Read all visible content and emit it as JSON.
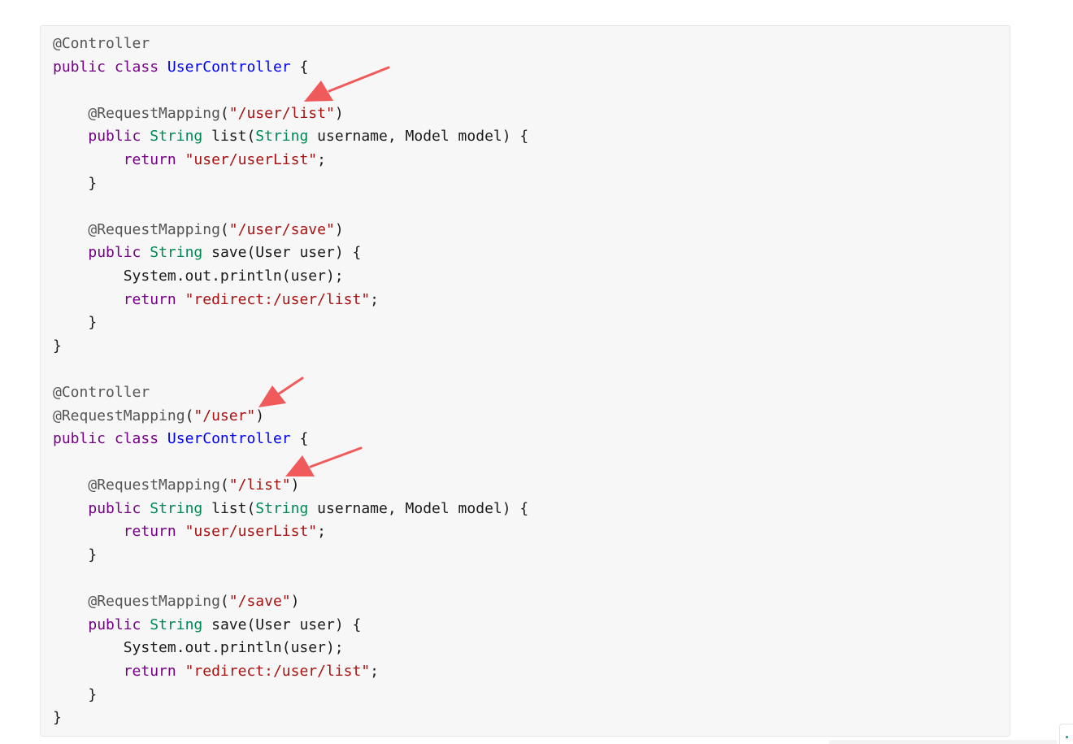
{
  "code_lines": [
    [
      [
        "@Controller",
        "ann"
      ]
    ],
    [
      [
        "public",
        "kw"
      ],
      [
        " ",
        "pn"
      ],
      [
        "class",
        "kw"
      ],
      [
        " ",
        "pn"
      ],
      [
        "UserController",
        "cls"
      ],
      [
        " {",
        "pn"
      ]
    ],
    [],
    [
      [
        "    ",
        "pn"
      ],
      [
        "@RequestMapping",
        "ann"
      ],
      [
        "(",
        "pn"
      ],
      [
        "\"/user/list\"",
        "str"
      ],
      [
        ")",
        "pn"
      ]
    ],
    [
      [
        "    ",
        "pn"
      ],
      [
        "public",
        "kw"
      ],
      [
        " ",
        "pn"
      ],
      [
        "String",
        "typ"
      ],
      [
        " list(",
        "def"
      ],
      [
        "String",
        "typ"
      ],
      [
        " username, Model model) {",
        "def"
      ]
    ],
    [
      [
        "        ",
        "pn"
      ],
      [
        "return",
        "kw"
      ],
      [
        " ",
        "pn"
      ],
      [
        "\"user/userList\"",
        "str"
      ],
      [
        ";",
        "pn"
      ]
    ],
    [
      [
        "    }",
        "pn"
      ]
    ],
    [],
    [
      [
        "    ",
        "pn"
      ],
      [
        "@RequestMapping",
        "ann"
      ],
      [
        "(",
        "pn"
      ],
      [
        "\"/user/save\"",
        "str"
      ],
      [
        ")",
        "pn"
      ]
    ],
    [
      [
        "    ",
        "pn"
      ],
      [
        "public",
        "kw"
      ],
      [
        " ",
        "pn"
      ],
      [
        "String",
        "typ"
      ],
      [
        " save(User user) {",
        "def"
      ]
    ],
    [
      [
        "        System.out.println(user);",
        "def"
      ]
    ],
    [
      [
        "        ",
        "pn"
      ],
      [
        "return",
        "kw"
      ],
      [
        " ",
        "pn"
      ],
      [
        "\"redirect:/user/list\"",
        "str"
      ],
      [
        ";",
        "pn"
      ]
    ],
    [
      [
        "    }",
        "pn"
      ]
    ],
    [
      [
        "}",
        "pn"
      ]
    ],
    [],
    [
      [
        "@Controller",
        "ann"
      ]
    ],
    [
      [
        "@RequestMapping",
        "ann"
      ],
      [
        "(",
        "pn"
      ],
      [
        "\"/user\"",
        "str"
      ],
      [
        ")",
        "pn"
      ]
    ],
    [
      [
        "public",
        "kw"
      ],
      [
        " ",
        "pn"
      ],
      [
        "class",
        "kw"
      ],
      [
        " ",
        "pn"
      ],
      [
        "UserController",
        "cls"
      ],
      [
        " {",
        "pn"
      ]
    ],
    [],
    [
      [
        "    ",
        "pn"
      ],
      [
        "@RequestMapping",
        "ann"
      ],
      [
        "(",
        "pn"
      ],
      [
        "\"/list\"",
        "str"
      ],
      [
        ")",
        "pn"
      ]
    ],
    [
      [
        "    ",
        "pn"
      ],
      [
        "public",
        "kw"
      ],
      [
        " ",
        "pn"
      ],
      [
        "String",
        "typ"
      ],
      [
        " list(",
        "def"
      ],
      [
        "String",
        "typ"
      ],
      [
        " username, Model model) {",
        "def"
      ]
    ],
    [
      [
        "        ",
        "pn"
      ],
      [
        "return",
        "kw"
      ],
      [
        " ",
        "pn"
      ],
      [
        "\"user/userList\"",
        "str"
      ],
      [
        ";",
        "pn"
      ]
    ],
    [
      [
        "    }",
        "pn"
      ]
    ],
    [],
    [
      [
        "    ",
        "pn"
      ],
      [
        "@RequestMapping",
        "ann"
      ],
      [
        "(",
        "pn"
      ],
      [
        "\"/save\"",
        "str"
      ],
      [
        ")",
        "pn"
      ]
    ],
    [
      [
        "    ",
        "pn"
      ],
      [
        "public",
        "kw"
      ],
      [
        " ",
        "pn"
      ],
      [
        "String",
        "typ"
      ],
      [
        " save(User user) {",
        "def"
      ]
    ],
    [
      [
        "        System.out.println(user);",
        "def"
      ]
    ],
    [
      [
        "        ",
        "pn"
      ],
      [
        "return",
        "kw"
      ],
      [
        " ",
        "pn"
      ],
      [
        "\"redirect:/user/list\"",
        "str"
      ],
      [
        ";",
        "pn"
      ]
    ],
    [
      [
        "    }",
        "pn"
      ]
    ],
    [
      [
        "}",
        "pn"
      ]
    ]
  ],
  "annotation_color": "#f15a5a",
  "syntax_colors": {
    "annotation": "#555555",
    "keyword": "#770088",
    "class_name": "#0000ff",
    "type": "#008855",
    "string": "#aa1111",
    "default": "#1a1a1a"
  }
}
